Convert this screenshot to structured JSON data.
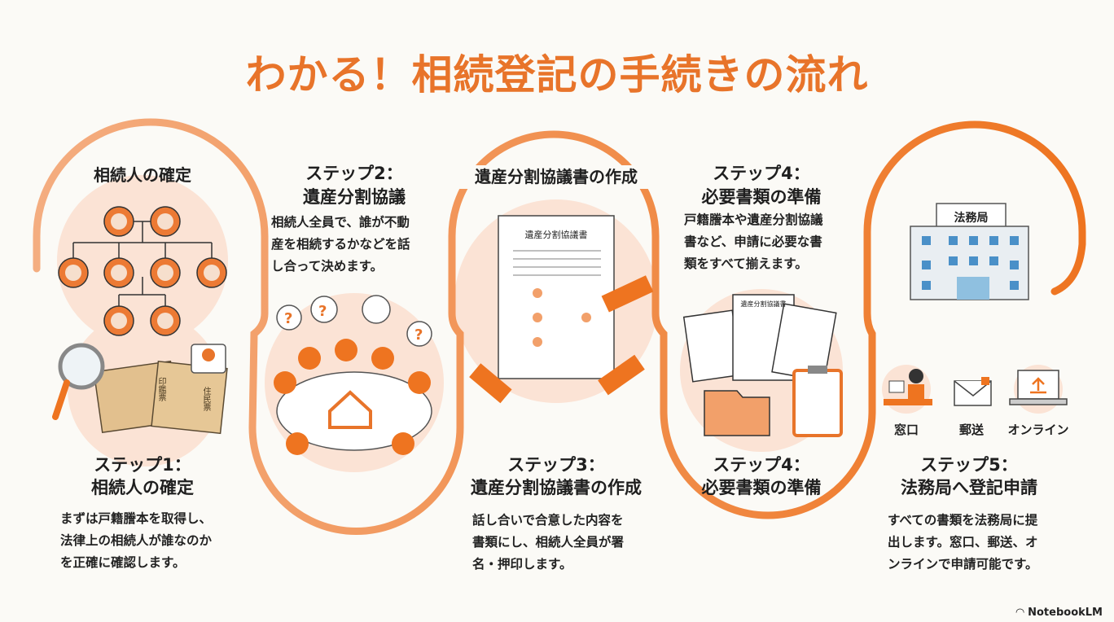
{
  "title": "わかる！相続登記の手続きの流れ",
  "colors": {
    "accent": "#e8742a",
    "accent_light": "#f3a877",
    "circle_fill": "#fbe3d5"
  },
  "step1": {
    "top_label": "相続人の確定",
    "heading_line1": "ステップ1：",
    "heading_line2": "相続人の確定",
    "body": [
      "まずは戸籍謄本を取得し、",
      "法律上の相続人が誰なのか",
      "を正確に確認します。"
    ],
    "doc_labels": [
      "印鑑票",
      "住民票"
    ]
  },
  "step2": {
    "heading_line1": "ステップ2：",
    "heading_line2": "遺産分割協議",
    "body": [
      "相続人全員で、誰が不動",
      "産を相続するかなどを話",
      "し合って決めます。"
    ]
  },
  "step3": {
    "top_label": "遺産分割協議書の作成",
    "doc_title": "遺産分割協議書",
    "heading_line1": "ステップ3：",
    "heading_line2": "遺産分割協議書の作成",
    "body": [
      "話し合いで合意した内容を",
      "書類にし、相続人全員が署",
      "名・押印します。"
    ]
  },
  "step4": {
    "heading_line1": "ステップ4：",
    "heading_line2": "必要書類の準備",
    "body": [
      "戸籍謄本や遺産分割協議",
      "書など、申請に必要な書",
      "類をすべて揃えます。"
    ],
    "doc_title": "遺産分割協議書",
    "bottom_line1": "ステップ4：",
    "bottom_line2": "必要書類の準備"
  },
  "step5": {
    "building_label": "法務局",
    "methods": [
      "窓口",
      "郵送",
      "オンライン"
    ],
    "heading_line1": "ステップ5：",
    "heading_line2": "法務局へ登記申請",
    "body": [
      "すべての書類を法務局に提",
      "出します。窓口、郵送、オ",
      "ンラインで申請可能です。"
    ]
  },
  "watermark": "NotebookLM"
}
